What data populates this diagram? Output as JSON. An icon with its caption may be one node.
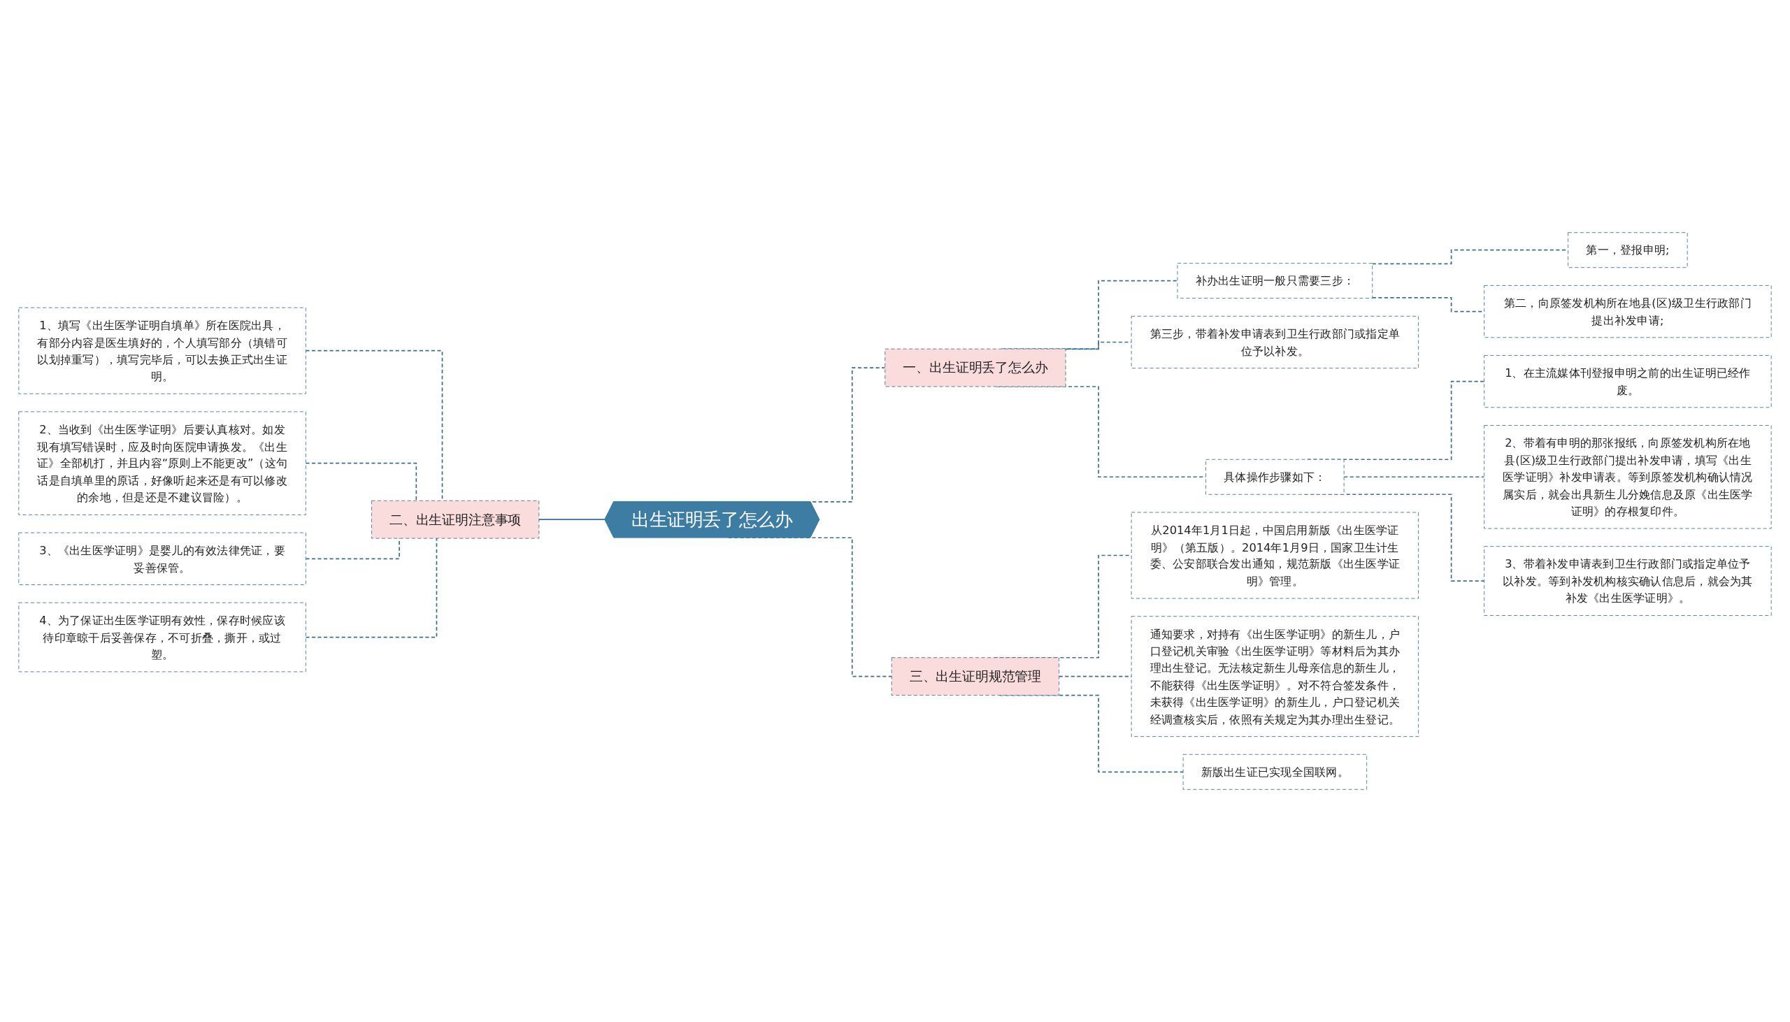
{
  "diagram": {
    "nodes": [
      {
        "text": [
          "出生证明丢了怎么办"
        ]
      },
      {
        "text": [
          "一、出生证明丢了怎么办"
        ]
      },
      {
        "text": [
          "补办出生证明一般只需要三步："
        ]
      },
      {
        "text": [
          "第一，登报申明;"
        ]
      },
      {
        "text": [
          "第二，向原签发机构所在地县(区)级卫生行政部门提出补发申请;"
        ]
      },
      {
        "text": [
          "第三步，带着补发申请表到卫生行政部门或指定单位予以补发。"
        ]
      },
      {
        "text": [
          "具体操作步骤如下："
        ]
      },
      {
        "text": [
          "1、在主流媒体刊登报申明之前的出生证明已经作废。"
        ]
      },
      {
        "text": [
          "2、带着有申明的那张报纸，向原签发机构所在地县(区)级卫生行政部门提出补发申请，填写《出生医学证明》补发申请表。等到原签发机构确认情况属实后，就会出具新生儿分娩信息及原《出生医学证明》的存根复印件。"
        ]
      },
      {
        "text": [
          "3、带着补发申请表到卫生行政部门或指定单位予以补发。等到补发机构核实确认信息后，就会为其补发《出生医学证明》。"
        ]
      },
      {
        "text": [
          "二、出生证明注意事项"
        ]
      },
      {
        "text": [
          "1、填写《出生医学证明自填单》所在医院出具，有部分内容是医生填好的，个人填写部分（填错可以划掉重写），填写完毕后，可以去换正式出生证明。"
        ]
      },
      {
        "text": [
          "2、当收到《出生医学证明》后要认真核对。如发现有填写错误时，应及时向医院申请换发。《出生证》全部机打，并且内容“原则上不能更改”（这句话是自填单里的原话，好像听起来还是有可以修改的余地，但是还是不建议冒险）。"
        ]
      },
      {
        "text": [
          "3、《出生医学证明》是婴儿的有效法律凭证，要妥善保管。"
        ]
      },
      {
        "text": [
          "4、为了保证出生医学证明有效性，保存时候应该待印章晾干后妥善保存，不可折叠，撕开，或过塑。"
        ]
      },
      {
        "text": [
          "三、出生证明规范管理"
        ]
      },
      {
        "text": [
          "从2014年1月1日起，中国启用新版《出生医学证明》（第五版）。2014年1月9日，国家卫生计生委、公安部联合发出通知，规范新版《出生医学证明》管理。"
        ]
      },
      {
        "text": [
          "通知要求，对持有《出生医学证明》的新生儿，户口登记机关审验《出生医学证明》等材料后为其办理出生登记。无法核定新生儿母亲信息的新生儿，不能获得《出生医学证明》。对不符合签发条件，未获得《出生医学证明》的新生儿，户口登记机关经调查核实后，依照有关规定为其办理出生登记。"
        ]
      },
      {
        "text": [
          "新版出生证已实现全国联网。"
        ]
      }
    ],
    "edges": [
      {
        "from": 0,
        "to": 1,
        "arrow": "none",
        "style": "dashed"
      },
      {
        "from": 1,
        "to": 2,
        "arrow": "none",
        "style": "dashed"
      },
      {
        "from": 2,
        "to": 3,
        "arrow": "none",
        "style": "dashed"
      },
      {
        "from": 2,
        "to": 4,
        "arrow": "none",
        "style": "dashed"
      },
      {
        "from": 1,
        "to": 5,
        "arrow": "none",
        "style": "dashed"
      },
      {
        "from": 1,
        "to": 6,
        "arrow": "none",
        "style": "dashed"
      },
      {
        "from": 6,
        "to": 7,
        "arrow": "none",
        "style": "dashed"
      },
      {
        "from": 6,
        "to": 8,
        "arrow": "none",
        "style": "dashed"
      },
      {
        "from": 6,
        "to": 9,
        "arrow": "none",
        "style": "dashed"
      },
      {
        "from": 0,
        "to": 10,
        "arrow": "none"
      },
      {
        "from": 10,
        "to": 11,
        "arrow": "none",
        "style": "dashed"
      },
      {
        "from": 10,
        "to": 12,
        "arrow": "none",
        "style": "dashed"
      },
      {
        "from": 10,
        "to": 13,
        "arrow": "none",
        "style": "dashed"
      },
      {
        "from": 10,
        "to": 14,
        "arrow": "none",
        "style": "dashed"
      },
      {
        "from": 0,
        "to": 15,
        "arrow": "none",
        "style": "dashed"
      },
      {
        "from": 15,
        "to": 16,
        "arrow": "none",
        "style": "dashed"
      },
      {
        "from": 15,
        "to": 17,
        "arrow": "none",
        "style": "dashed"
      },
      {
        "from": 15,
        "to": 18,
        "arrow": "none",
        "style": "dashed"
      }
    ]
  }
}
